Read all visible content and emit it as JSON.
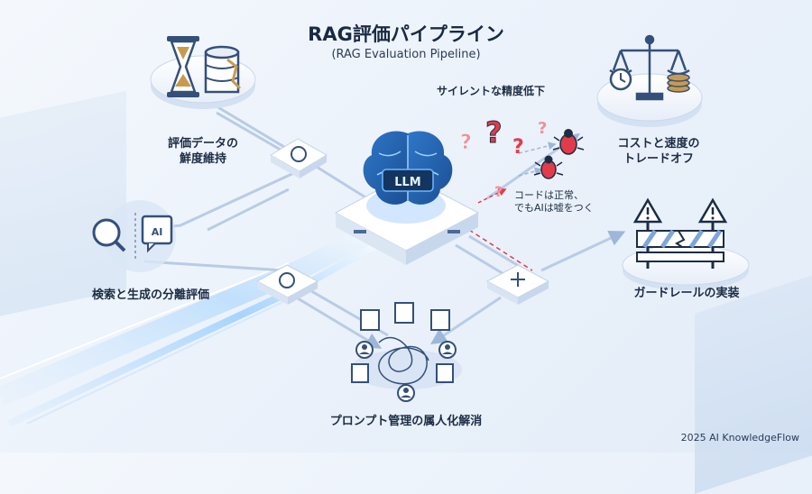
{
  "header": {
    "title": "RAG評価パイプライン",
    "subtitle": "(RAG Evaluation Pipeline)"
  },
  "hub": {
    "chip_label": "LLM"
  },
  "nodes": {
    "freshness": "評価データの\n鮮度維持",
    "separation": "検索と生成の分離評価",
    "prompt": "プロンプト管理の属人化解消",
    "cost": "コストと速度の\nトレードオフ",
    "guardrail": "ガードレールの実装"
  },
  "annotations": {
    "silent_degradation": "サイレントな精度低下",
    "ai_lies": "コードは正常、\nでもAIは嘘をつく"
  },
  "icons": {
    "search_panel_text": "AI"
  },
  "footer": {
    "credit": "2025 AI KnowledgeFlow"
  },
  "colors": {
    "accent_blue": "#3b7fd6",
    "warning_red": "#e23b4a",
    "text_dark": "#1c2c44"
  }
}
